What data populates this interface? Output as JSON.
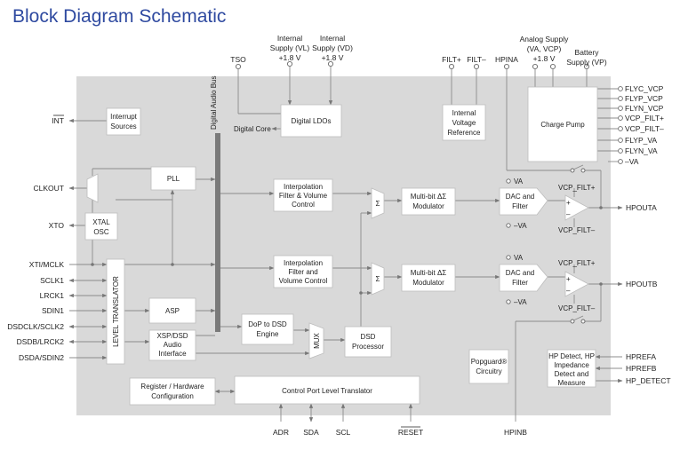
{
  "title": "Block Diagram Schematic",
  "blocks": {
    "interrupt": [
      "Interrupt",
      "Sources"
    ],
    "pll": [
      "PLL"
    ],
    "xtal": [
      "XTAL",
      "OSC"
    ],
    "level_translator": "LEVEL TRANSLATOR",
    "asp": [
      "ASP"
    ],
    "xsp": [
      "XSP/DSD",
      "Audio",
      "Interface"
    ],
    "register": [
      "Register / Hardware",
      "Configuration"
    ],
    "control_port": [
      "Control Port Level Translator"
    ],
    "digital_audio_bus": "Digital Audio Bus",
    "digital_ldos": [
      "Digital LDOs"
    ],
    "digital_core": "Digital Core",
    "interp_a": [
      "Interpolation",
      "Filter & Volume",
      "Control"
    ],
    "interp_b": [
      "Interpolation",
      "Filter and",
      "Volume Control"
    ],
    "dop": [
      "DoP to DSD",
      "Engine"
    ],
    "mux": "MUX",
    "dsd": [
      "DSD",
      "Processor"
    ],
    "sigma_a": "Σ",
    "sigma_b": "Σ",
    "mod_a": [
      "Multi-bit ΔΣ",
      "Modulator"
    ],
    "mod_b": [
      "Multi-bit ΔΣ",
      "Modulator"
    ],
    "ivr": [
      "Internal",
      "Voltage",
      "Reference"
    ],
    "dac_a": [
      "DAC and",
      "Filter"
    ],
    "dac_b": [
      "DAC and",
      "Filter"
    ],
    "pop": [
      "Popguard®",
      "Circuitry"
    ],
    "charge_pump": [
      "Charge Pump"
    ],
    "hp_detect": [
      "HP Detect, HP",
      "Impedance",
      "Detect and",
      "Measure"
    ]
  },
  "amp_labels": {
    "filt_plus_a": "VCP_FILT+",
    "filt_minus_a": "VCP_FILT–",
    "filt_plus_b": "VCP_FILT+",
    "filt_minus_b": "VCP_FILT–",
    "va_a": "VA",
    "neg_va_a": "–VA",
    "va_b": "VA",
    "neg_va_b": "–VA",
    "plus": "+",
    "minus": "–"
  },
  "pins_left": [
    "INT",
    "CLKOUT",
    "XTO",
    "XTI/MCLK",
    "SCLK1",
    "LRCK1",
    "SDIN1",
    "DSDCLK/SCLK2",
    "DSDB/LRCK2",
    "DSDA/SDIN2"
  ],
  "pins_right": [
    "FLYC_VCP",
    "FLYP_VCP",
    "FLYN_VCP",
    "VCP_FILT+",
    "VCP_FILT–",
    "FLYP_VA",
    "FLYN_VA",
    "–VA",
    "HPOUTA",
    "HPOUTB",
    "HPREFA",
    "HPREFB",
    "HP_DETECT"
  ],
  "pins_top": {
    "tso": "TSO",
    "vl": [
      "Internal",
      "Supply (VL)",
      "+1.8 V"
    ],
    "vd": [
      "Internal",
      "Supply (VD)",
      "+1.8 V"
    ],
    "filt_p": "FILT+",
    "filt_m": "FILT–",
    "hpina": "HPINA",
    "va_vcp": [
      "Analog Supply",
      "(VA, VCP)",
      "+1.8 V"
    ],
    "vp": [
      "Battery",
      "Supply (VP)"
    ]
  },
  "pins_bottom": [
    "ADR",
    "SDA",
    "SCL",
    "RESET",
    "HPINB"
  ],
  "colors": {
    "title": "#2f4aa0",
    "panel": "#d9d9d9",
    "bus": "#7a7a7a"
  }
}
